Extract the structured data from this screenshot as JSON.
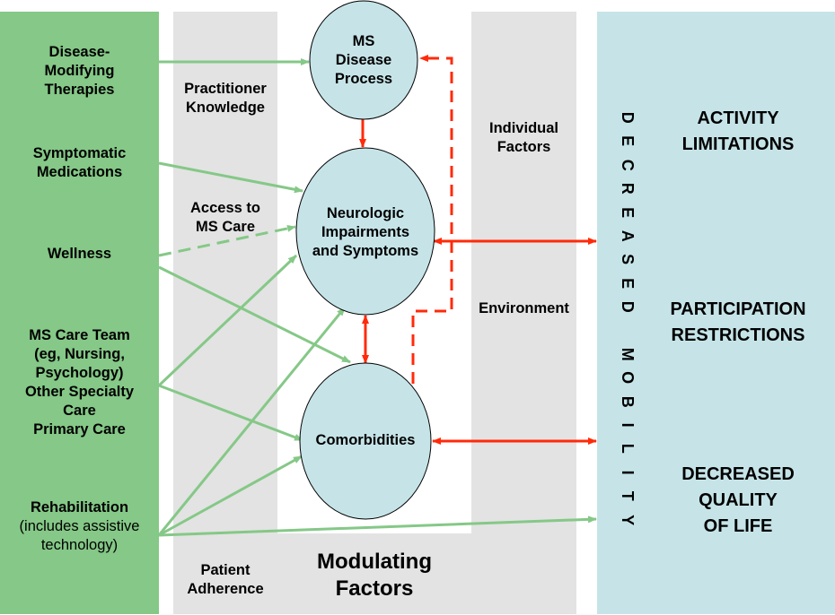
{
  "interventions": {
    "disease_modifying": "Disease-\nModifying\nTherapies",
    "symptomatic": "Symptomatic\nMedications",
    "wellness": "Wellness",
    "care_team": "MS Care Team\n(eg, Nursing,\nPsychology)\nOther Specialty\nCare\nPrimary Care",
    "rehab_title": "Rehabilitation",
    "rehab_sub": "(includes assistive\ntechnology)"
  },
  "modulating": {
    "practitioner": "Practitioner\nKnowledge",
    "access": "Access to\nMS Care",
    "adherence": "Patient\nAdherence",
    "individual": "Individual\nFactors",
    "environment": "Environment",
    "title": "Modulating\nFactors"
  },
  "nodes": {
    "ms_disease": "MS\nDisease\nProcess",
    "neurologic": "Neurologic\nImpairments\nand Symptoms",
    "comorbidities": "Comorbidities"
  },
  "outcomes": {
    "vertical_label": "DECREASED MOBILITY",
    "activity": "ACTIVITY\nLIMITATIONS",
    "participation": "PARTICIPATION\nRESTRICTIONS",
    "quality": "DECREASED\nQUALITY\nOF LIFE"
  },
  "colors": {
    "intervention_bg": "#85c887",
    "modulating_bg": "#e3e3e3",
    "outcome_bg": "#c6e4e8",
    "node_fill": "#c6e4e8",
    "green_arrow": "#85c887",
    "red_arrow": "#ff2a0a"
  }
}
